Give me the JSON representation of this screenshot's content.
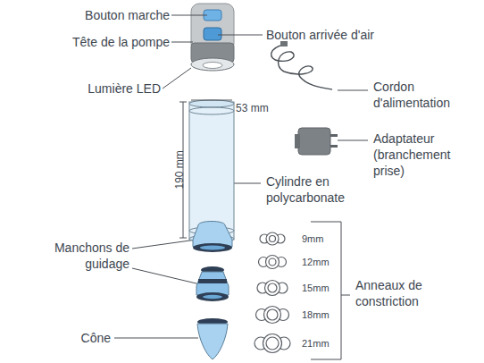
{
  "diagram": {
    "labels": [
      "Bouton marche",
      "Tête de la pompe",
      "Lumière LED",
      "Bouton arrivée d'air",
      "Cordon d'alimentation",
      "Adaptateur (branchement prise)",
      "53 mm",
      "190 mm",
      "Cylindre en polycarbonate",
      "Manchons de guidage",
      "Cône",
      "9mm",
      "12mm",
      "15mm",
      "18mm",
      "21mm",
      "Anneaux de constriction"
    ]
  }
}
